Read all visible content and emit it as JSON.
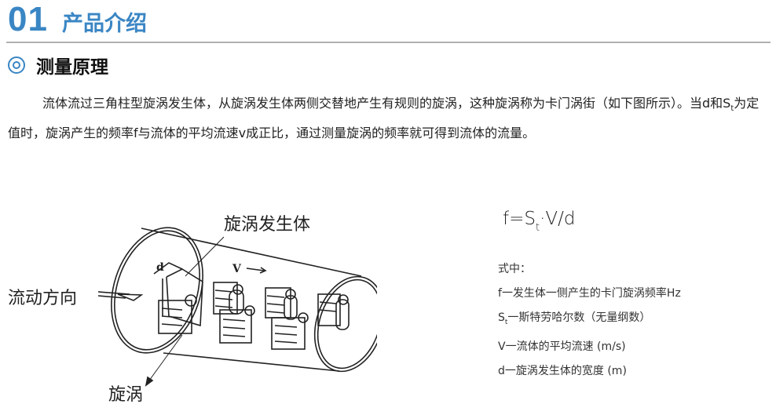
{
  "header": {
    "number": "01",
    "title": "产品介绍",
    "accent_color": "#3a86c4"
  },
  "section": {
    "icon": "double-circle-icon",
    "title": "测量原理"
  },
  "paragraph": {
    "part1": "流体流过三角柱型旋涡发生体，从旋涡发生体两侧交替地产生有规则的旋涡，这种旋涡称为卡门涡街（如下图所示）。当d和S",
    "sub": "t",
    "part2": "为定值时，旋涡产生的频率f与流体的平均流速v成正比，通过测量旋涡的频率就可得到流体的流量。"
  },
  "figure": {
    "label_generator": "旋涡发生体",
    "label_flow": "流动方向",
    "label_vortex": "旋涡",
    "label_d": "d",
    "label_v": "V"
  },
  "formula": {
    "lhs": "f=S",
    "sub": "t",
    "rhs": "·V/d"
  },
  "definitions": {
    "heading": "式中：",
    "items": [
      {
        "sym": "f",
        "sub": "",
        "text": "一发生体一侧产生的卡门旋涡频率Hz"
      },
      {
        "sym": "S",
        "sub": "t",
        "text": "一斯特劳哈尔数（无量纲数）"
      },
      {
        "sym": "V",
        "sub": "",
        "text": "一流体的平均流速 (m/s)"
      },
      {
        "sym": "d",
        "sub": "",
        "text": "一旋涡发生体的宽度 (m)"
      }
    ]
  }
}
